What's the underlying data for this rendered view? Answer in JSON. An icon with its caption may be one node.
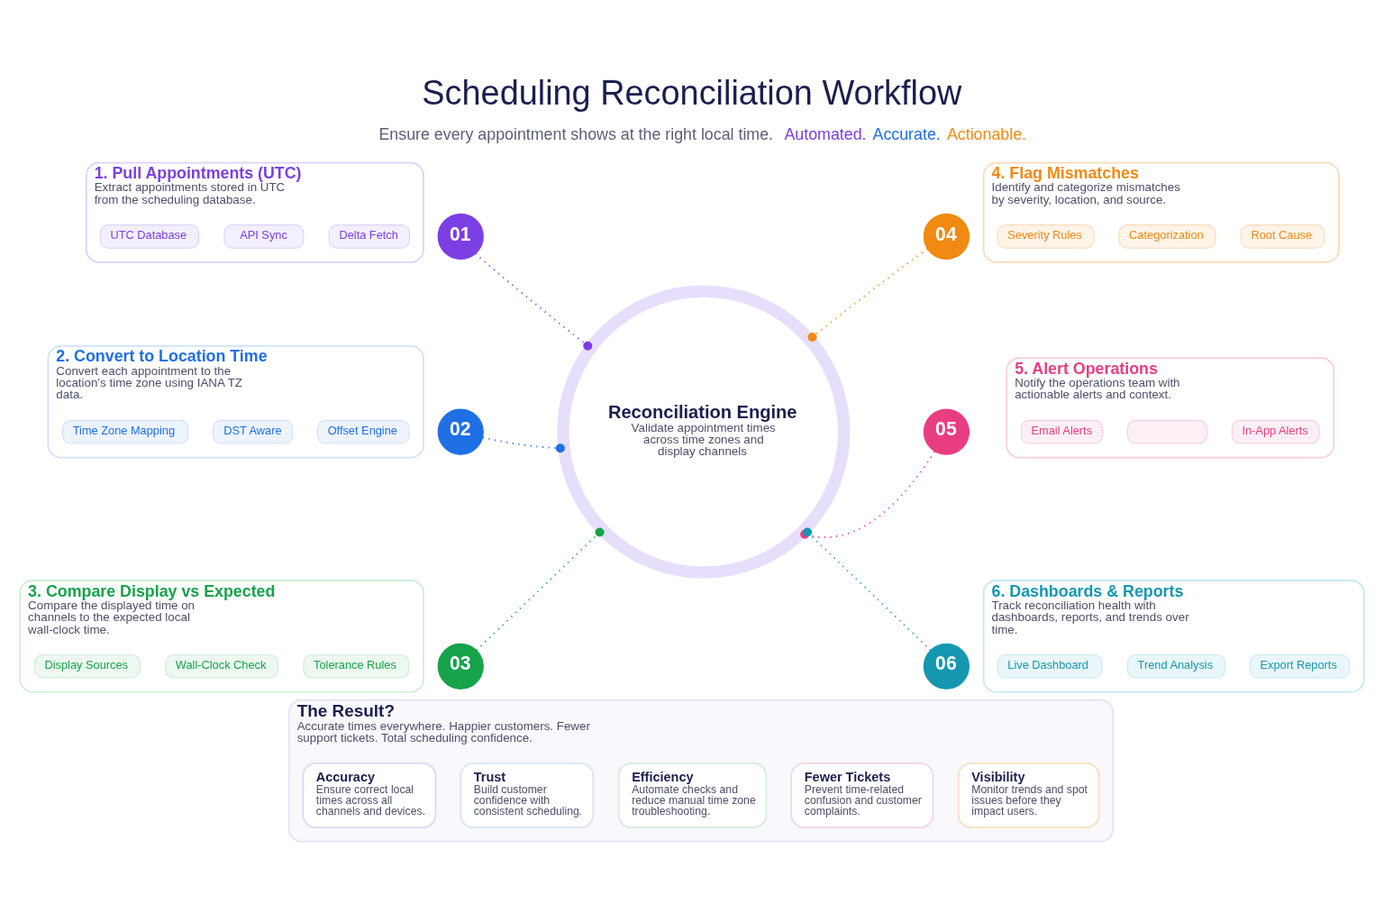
{
  "diagram": {
    "title": "Scheduling Reconciliation Workflow",
    "nodes": [
      {
        "text": [
          "1. Pull Appointments (UTC)",
          "Extract appointments stored in UTC from the scheduling database."
        ]
      },
      {
        "text": [
          "UTC Database"
        ],
        "in": 0
      },
      {
        "text": [
          "API Sync"
        ],
        "in": 0
      },
      {
        "text": [
          "Delta Fetch"
        ],
        "in": 0
      },
      {
        "text": [
          "2. Convert to Location Time",
          "Convert each appointment to the location’s time zone using IANA TZ data."
        ]
      },
      {
        "text": [
          "Time Zone Mapping"
        ],
        "in": 4
      },
      {
        "text": [
          "DST Aware"
        ],
        "in": 4
      },
      {
        "text": [
          "Offset Engine"
        ],
        "in": 4
      },
      {
        "text": [
          "3. Compare Display vs Expected",
          "Compare the displayed time on channels to the expected local wall-clock time."
        ]
      },
      {
        "text": [
          "Display Sources"
        ],
        "in": 8
      },
      {
        "text": [
          "Wall-Clock Check"
        ],
        "in": 8
      },
      {
        "text": [
          "Tolerance Rules"
        ],
        "in": 8
      },
      {
        "text": [
          "01"
        ]
      },
      {
        "text": [
          "02"
        ]
      },
      {
        "text": [
          "03"
        ]
      },
      {
        "text": [
          "Reconciliation Engine",
          "Validate appointment times across time zones and display channels"
        ]
      },
      {
        "text": [
          "04"
        ]
      },
      {
        "text": [
          "05"
        ]
      },
      {
        "text": [
          "06"
        ]
      },
      {
        "text": [
          "4. Flag Mismatches",
          "Identify and categorize mismatches by severity, location, and source."
        ]
      },
      {
        "text": [
          "Severity Rules"
        ],
        "in": 19
      },
      {
        "text": [
          "Categorization"
        ],
        "in": 19
      },
      {
        "text": [
          "Root Cause"
        ],
        "in": 19
      },
      {
        "text": [
          "5. Alert Operations",
          "Notify the operations team with actionable alerts and context."
        ]
      },
      {
        "text": [
          "Email Alerts"
        ],
        "in": 23
      },
      {
        "text": [],
        "shape": "box",
        "in": 23
      },
      {
        "text": [
          "In-App Alerts"
        ],
        "in": 23
      },
      {
        "text": [
          "6. Dashboards & Reports",
          "Track reconciliation health with dashboards, reports, and trends over time."
        ]
      },
      {
        "text": [
          "Live Dashboard"
        ],
        "in": 27
      },
      {
        "text": [
          "Trend Analysis"
        ],
        "in": 27
      },
      {
        "text": [
          "Export Reports"
        ],
        "in": 27
      },
      {
        "text": [
          "The Result?",
          "Accurate times everywhere. Happier customers. Fewer support tickets. Total scheduling confidence."
        ]
      },
      {
        "text": [
          "Accuracy",
          "Ensure correct local times across all channels and devices."
        ],
        "in": 31
      },
      {
        "text": [
          "Trust",
          "Build customer confidence with consistent scheduling."
        ],
        "in": 31
      },
      {
        "text": [
          "Efficiency",
          "Automate checks and reduce manual time zone troubleshooting."
        ],
        "in": 31
      },
      {
        "text": [
          "Fewer Tickets",
          "Prevent time-related confusion and customer complaints."
        ],
        "in": 31
      },
      {
        "text": [
          "Visibility",
          "Monitor trends and spot issues before they impact users."
        ],
        "in": 31
      }
    ],
    "edges": [
      {
        "from": 12,
        "to": 15,
        "arrow": "other",
        "style": "dashed",
        "color": "#7b3fe4"
      },
      {
        "from": 13,
        "to": 15,
        "arrow": "other",
        "style": "dashed",
        "color": "#1f6fe5"
      },
      {
        "from": 14,
        "to": 15,
        "arrow": "other",
        "style": "dashed",
        "color": "#16a34a"
      },
      {
        "from": 16,
        "to": 15,
        "arrow": "other",
        "style": "dashed",
        "color": "#f08a12"
      },
      {
        "from": 17,
        "to": 15,
        "arrow": "other",
        "style": "dashed",
        "color": "#e93d82"
      },
      {
        "from": 18,
        "to": 15,
        "arrow": "other",
        "style": "dashed",
        "color": "#1597b0"
      }
    ],
    "labels": [
      "Ensure every appointment shows at the right local time.",
      "Automated.",
      "Accurate.",
      "Actionable."
    ]
  }
}
